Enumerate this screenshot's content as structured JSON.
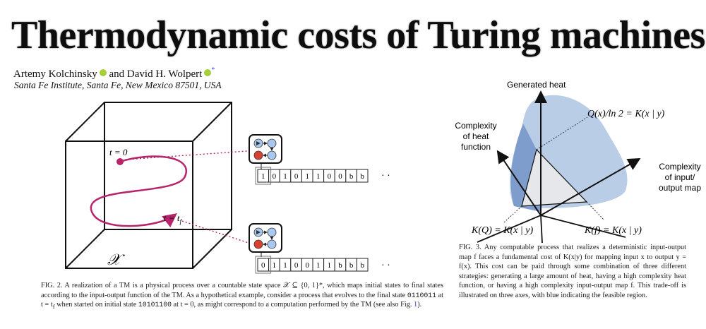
{
  "paper": {
    "title": "Thermodynamic costs of Turing machines",
    "author1": "Artemy Kolchinsky",
    "and": "and",
    "author2": "David H. Wolpert",
    "star": "*",
    "affiliation": "Santa Fe Institute, Santa Fe, New Mexico 87501, USA"
  },
  "fig2": {
    "label_t0": "t = 0",
    "label_tf": "t = t",
    "label_tf_sub": "f",
    "label_space": "𝒳",
    "tape_top": [
      "1",
      "0",
      "1",
      "0",
      "1",
      "1",
      "0",
      "0",
      "b",
      "b"
    ],
    "tape_bottom": [
      "0",
      "1",
      "1",
      "0",
      "0",
      "1",
      "1",
      "b",
      "b",
      "b"
    ],
    "ellipsis": "· ·",
    "caption": {
      "a": "FIG. 2. A realization of a TM is a physical process over a countable state space 𝒳 ⊆ {0, 1}*, which maps initial states to final states according to the input-output function of the TM. As a hypothetical example, consider a process that evolves to the final state ",
      "b": "0110011",
      "c": " at t = t",
      "c_sub": "f",
      "d": " when started on initial state ",
      "e": "10101100",
      "f": " at t = 0, as might correspond to a computation performed by the TM (see also Fig. ",
      "g": "1",
      "h": ")."
    }
  },
  "fig3": {
    "axis_generated_heat": "Generated heat",
    "axis_heat_fn": [
      "Complexity",
      "of heat",
      "function"
    ],
    "axis_io_map": [
      "Complexity",
      "of input/",
      "output map"
    ],
    "label_top": "Q(x)/ln 2 = K(x | y)",
    "label_left": "K(Q) = K(x | y)",
    "label_right": "K(f) = K(x | y)",
    "caption": "FIG. 3. Any computable process that realizes a deterministic input-output map f faces a fundamental cost of K(x|y) for mapping input x to output y = f(x). This cost can be paid through some combination of three different strategies: generating a large amount of heat, having a high complexity heat function, or having a high complexity input-output map f. This trade-off is illustrated on three axes, with blue indicating the feasible region."
  },
  "colors": {
    "trajectory": "#b8246b",
    "feasible_light": "#b9cde6",
    "feasible_dark": "#7e9ccc",
    "node_blue": "#a9c8ef",
    "node_red": "#d8402f"
  }
}
